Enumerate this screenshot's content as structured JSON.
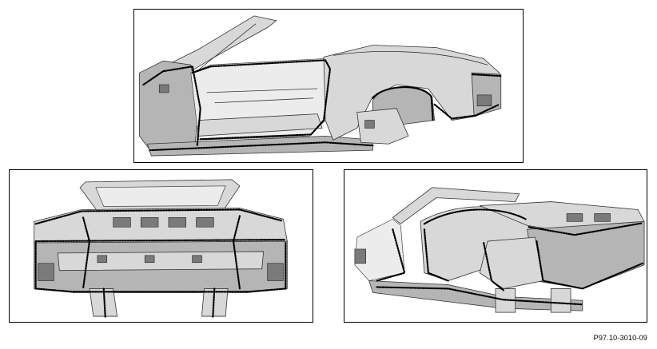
{
  "figure": {
    "reference_code": "P97.10-3010-09"
  },
  "views": [
    {
      "id": "side-view"
    },
    {
      "id": "rear-view"
    },
    {
      "id": "rear-three-quarter-view"
    }
  ]
}
